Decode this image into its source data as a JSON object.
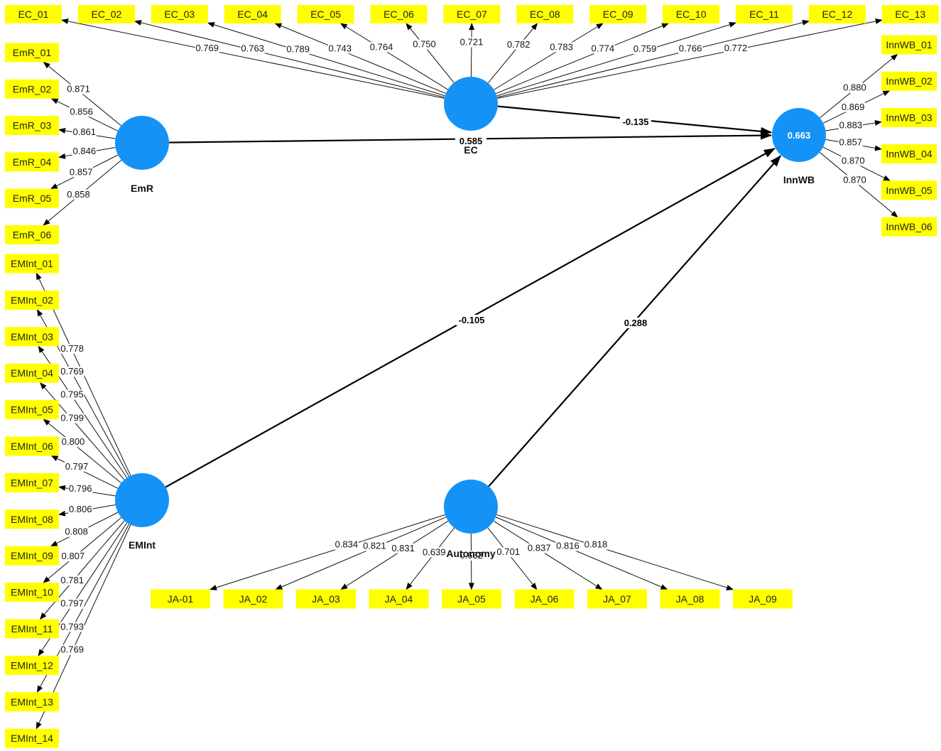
{
  "colors": {
    "construct": "#1592f5",
    "indicator": "#ffff00",
    "line": "#000000"
  },
  "constructs": [
    {
      "id": "EC",
      "label": "EC",
      "r2": ""
    },
    {
      "id": "EmR",
      "label": "EmR",
      "r2": ""
    },
    {
      "id": "InnWB",
      "label": "InnWB",
      "r2": "0.663"
    },
    {
      "id": "EMInt",
      "label": "EMInt",
      "r2": ""
    },
    {
      "id": "Autonomy",
      "label": "Autonomy",
      "r2": ""
    }
  ],
  "paths": [
    {
      "from": "EC",
      "to": "InnWB",
      "coef": "-0.135"
    },
    {
      "from": "EmR",
      "to": "InnWB",
      "coef": "0.585"
    },
    {
      "from": "EMInt",
      "to": "InnWB",
      "coef": "-0.105"
    },
    {
      "from": "Autonomy",
      "to": "InnWB",
      "coef": "0.288"
    }
  ],
  "indicators": {
    "EC": [
      [
        "EC_01",
        "0.769"
      ],
      [
        "EC_02",
        "0.763"
      ],
      [
        "EC_03",
        "0.789"
      ],
      [
        "EC_04",
        "0.743"
      ],
      [
        "EC_05",
        "0.764"
      ],
      [
        "EC_06",
        "0.750"
      ],
      [
        "EC_07",
        "0.721"
      ],
      [
        "EC_08",
        "0.782"
      ],
      [
        "EC_09",
        "0.783"
      ],
      [
        "EC_10",
        "0.774"
      ],
      [
        "EC_11",
        "0.759"
      ],
      [
        "EC_12",
        "0.766"
      ],
      [
        "EC_13",
        "0.772"
      ]
    ],
    "EmR": [
      [
        "EmR_01",
        "0.871"
      ],
      [
        "EmR_02",
        "0.856"
      ],
      [
        "EmR_03",
        "0.861"
      ],
      [
        "EmR_04",
        "0.846"
      ],
      [
        "EmR_05",
        "0.857"
      ],
      [
        "EmR_06",
        "0.858"
      ]
    ],
    "InnWB": [
      [
        "InnWB_01",
        "0.880"
      ],
      [
        "InnWB_02",
        "0.869"
      ],
      [
        "InnWB_03",
        "0.883"
      ],
      [
        "InnWB_04",
        "0.857"
      ],
      [
        "InnWB_05",
        "0.870"
      ],
      [
        "InnWB_06",
        "0.870"
      ]
    ],
    "EMInt": [
      [
        "EMInt_01",
        "0.778"
      ],
      [
        "EMInt_02",
        "0.769"
      ],
      [
        "EMInt_03",
        "0.795"
      ],
      [
        "EMInt_04",
        "0.799"
      ],
      [
        "EMInt_05",
        "0.800"
      ],
      [
        "EMInt_06",
        "0.797"
      ],
      [
        "EMInt_07",
        "0.796"
      ],
      [
        "EMInt_08",
        "0.806"
      ],
      [
        "EMInt_09",
        "0.808"
      ],
      [
        "EMInt_10",
        "0.807"
      ],
      [
        "EMInt_11",
        "0.781"
      ],
      [
        "EMInt_12",
        "0.797"
      ],
      [
        "EMInt_13",
        "0.793"
      ],
      [
        "EMInt_14",
        "0.769"
      ]
    ],
    "Autonomy": [
      [
        "JA-01",
        "0.834"
      ],
      [
        "JA_02",
        "0.821"
      ],
      [
        "JA_03",
        "0.831"
      ],
      [
        "JA_04",
        "0.639"
      ],
      [
        "JA_05",
        "0.632"
      ],
      [
        "JA_06",
        "0.701"
      ],
      [
        "JA_07",
        "0.837"
      ],
      [
        "JA_08",
        "0.816"
      ],
      [
        "JA_09",
        "0.818"
      ]
    ]
  }
}
